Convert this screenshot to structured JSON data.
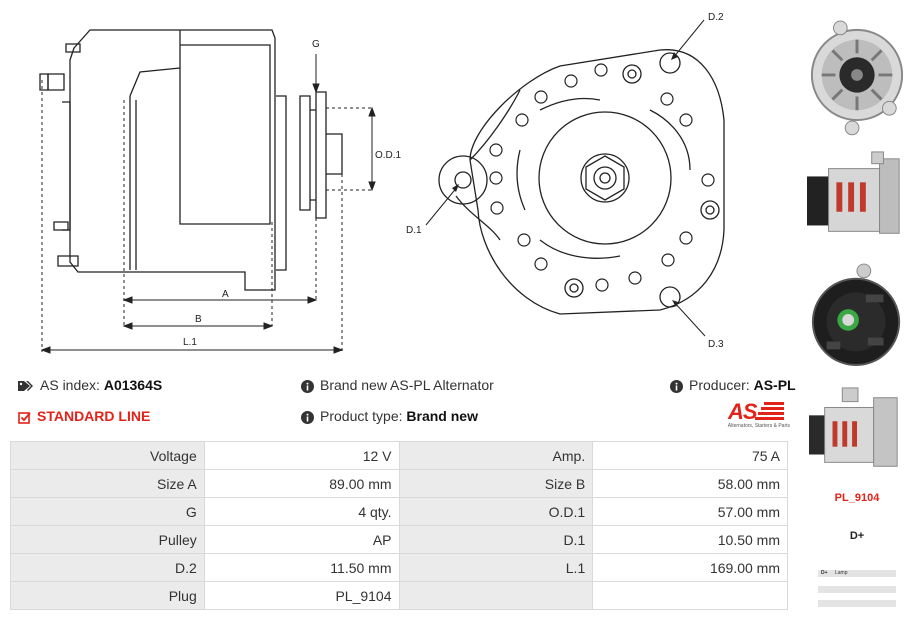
{
  "drawing": {
    "labels": {
      "g": "G",
      "od1": "O.D.1",
      "a": "A",
      "b": "B",
      "l1": "L.1",
      "d1": "D.1",
      "d2": "D.2",
      "d3": "D.3"
    }
  },
  "info": {
    "as_index_label": "AS index:",
    "as_index_value": "A01364S",
    "brand_text": "Brand new AS-PL Alternator",
    "producer_label": "Producer:",
    "producer_value": "AS-PL",
    "line": "STANDARD LINE",
    "product_type_label": "Product type:",
    "product_type_value": "Brand new",
    "logo_text": "AS",
    "logo_tagline": "Alternators, Starters & Parts"
  },
  "specs": [
    {
      "l1": "Voltage",
      "v1": "12 V",
      "l2": "Amp.",
      "v2": "75 A"
    },
    {
      "l1": "Size A",
      "v1": "89.00 mm",
      "l2": "Size B",
      "v2": "58.00 mm"
    },
    {
      "l1": "G",
      "v1": "4 qty.",
      "l2": "O.D.1",
      "v2": "57.00 mm"
    },
    {
      "l1": "Pulley",
      "v1": "AP",
      "l2": "D.1",
      "v2": "10.50 mm"
    },
    {
      "l1": "D.2",
      "v1": "11.50 mm",
      "l2": "L.1",
      "v2": "169.00 mm"
    },
    {
      "l1": "Plug",
      "v1": "PL_9104",
      "l2": "",
      "v2": ""
    }
  ],
  "sidebar": {
    "plug_code": "PL_9104",
    "plug_terminal": "D+",
    "pins": [
      {
        "pin": "D+",
        "desc": "Lamp"
      },
      {
        "pin": "",
        "desc": ""
      },
      {
        "pin": "",
        "desc": ""
      }
    ]
  },
  "colors": {
    "accent_red": "#e32219",
    "table_label_bg": "#ebebeb",
    "border": "#d9d9d9"
  }
}
